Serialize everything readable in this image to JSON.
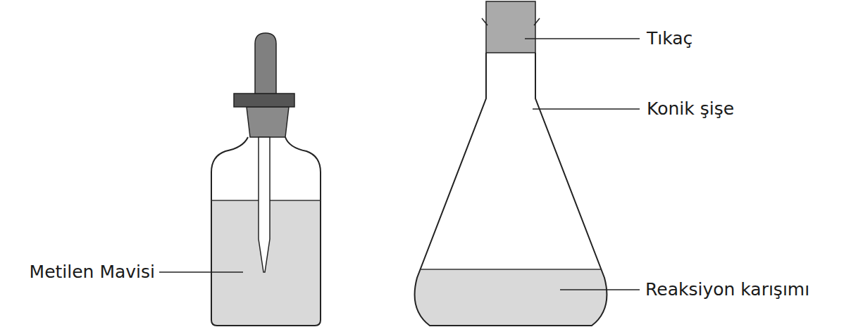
{
  "diagram": {
    "labels": [
      "Tıkaç",
      "Konik şişe",
      "Metilen Mavisi",
      "Reaksiyon karışımı"
    ]
  }
}
